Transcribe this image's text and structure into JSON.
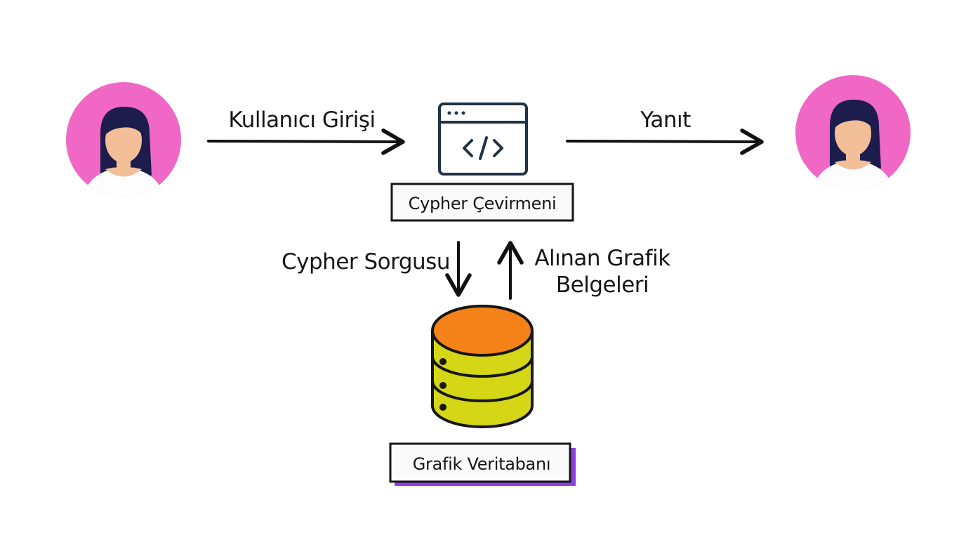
{
  "diagram": {
    "nodes": {
      "user": {
        "label": ""
      },
      "translator": {
        "label": "Cypher Çevirmeni",
        "icon": "code-window-icon"
      },
      "database": {
        "label": "Grafik Veritabanı",
        "icon": "database-icon"
      },
      "recipient": {
        "label": ""
      }
    },
    "edges": {
      "user_input": {
        "label": "Kullanıcı Girişi"
      },
      "response": {
        "label": "Yanıt"
      },
      "cypher_query": {
        "label": "Cypher Sorgusu"
      },
      "retrieved_docs": {
        "label_line1": "Alınan Grafik",
        "label_line2": "Belgeleri"
      }
    },
    "colors": {
      "avatar_bg": "#f067c6",
      "hair": "#1c1c4d",
      "skin": "#f2bf99",
      "db_top": "#f58218",
      "db_body": "#d4d616",
      "translator_shadow": "#ee4fd0",
      "database_shadow": "#8b3fe0"
    }
  }
}
